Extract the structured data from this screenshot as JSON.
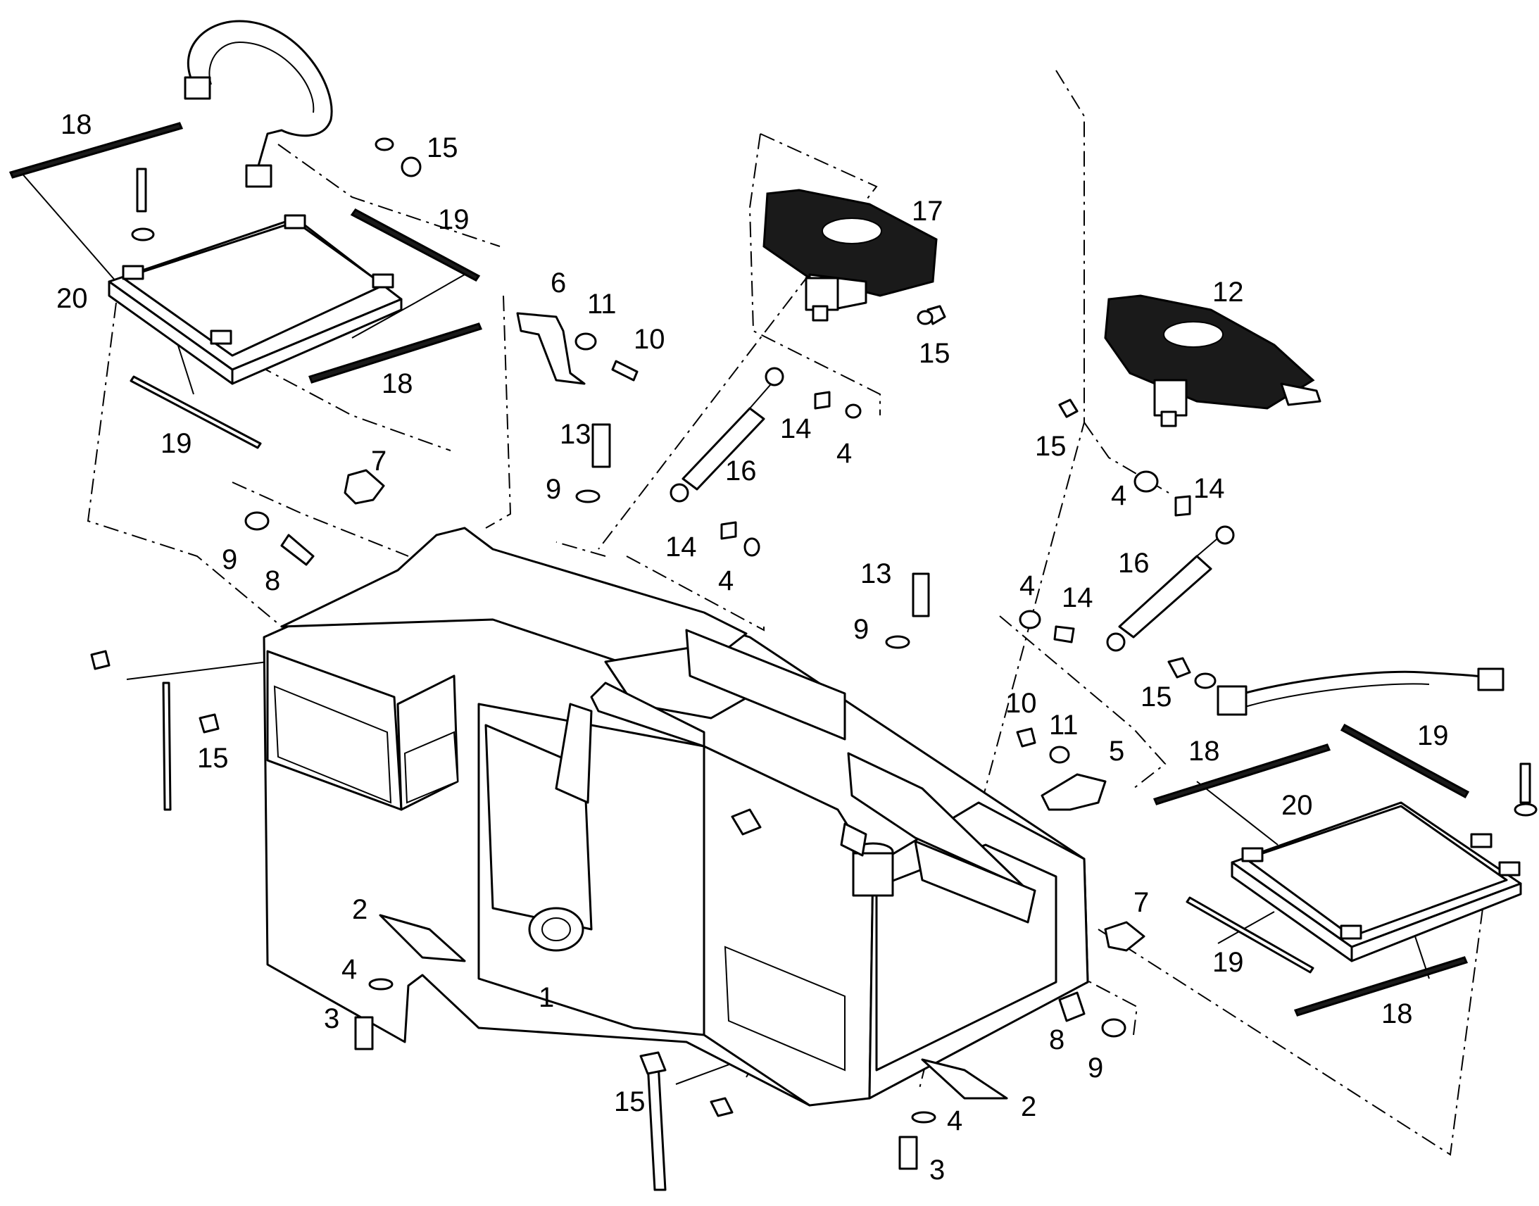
{
  "diagram": {
    "callouts": [
      {
        "id": "c1",
        "label": "1"
      },
      {
        "id": "c2a",
        "label": "2"
      },
      {
        "id": "c2b",
        "label": "2"
      },
      {
        "id": "c3a",
        "label": "3"
      },
      {
        "id": "c3b",
        "label": "3"
      },
      {
        "id": "c4a",
        "label": "4"
      },
      {
        "id": "c4b",
        "label": "4"
      },
      {
        "id": "c4c",
        "label": "4"
      },
      {
        "id": "c4d",
        "label": "4"
      },
      {
        "id": "c4e",
        "label": "4"
      },
      {
        "id": "c4f",
        "label": "4"
      },
      {
        "id": "c5",
        "label": "5"
      },
      {
        "id": "c6",
        "label": "6"
      },
      {
        "id": "c7a",
        "label": "7"
      },
      {
        "id": "c7b",
        "label": "7"
      },
      {
        "id": "c8a",
        "label": "8"
      },
      {
        "id": "c8b",
        "label": "8"
      },
      {
        "id": "c9a",
        "label": "9"
      },
      {
        "id": "c9b",
        "label": "9"
      },
      {
        "id": "c9c",
        "label": "9"
      },
      {
        "id": "c9d",
        "label": "9"
      },
      {
        "id": "c10a",
        "label": "10"
      },
      {
        "id": "c10b",
        "label": "10"
      },
      {
        "id": "c11a",
        "label": "11"
      },
      {
        "id": "c11b",
        "label": "11"
      },
      {
        "id": "c12",
        "label": "12"
      },
      {
        "id": "c13a",
        "label": "13"
      },
      {
        "id": "c13b",
        "label": "13"
      },
      {
        "id": "c14a",
        "label": "14"
      },
      {
        "id": "c14b",
        "label": "14"
      },
      {
        "id": "c14c",
        "label": "14"
      },
      {
        "id": "c14d",
        "label": "14"
      },
      {
        "id": "c15a",
        "label": "15"
      },
      {
        "id": "c15b",
        "label": "15"
      },
      {
        "id": "c15c",
        "label": "15"
      },
      {
        "id": "c15d",
        "label": "15"
      },
      {
        "id": "c15e",
        "label": "15"
      },
      {
        "id": "c15f",
        "label": "15"
      },
      {
        "id": "c16a",
        "label": "16"
      },
      {
        "id": "c16b",
        "label": "16"
      },
      {
        "id": "c17",
        "label": "17"
      },
      {
        "id": "c18a",
        "label": "18"
      },
      {
        "id": "c18b",
        "label": "18"
      },
      {
        "id": "c18c",
        "label": "18"
      },
      {
        "id": "c18d",
        "label": "18"
      },
      {
        "id": "c19a",
        "label": "19"
      },
      {
        "id": "c19b",
        "label": "19"
      },
      {
        "id": "c19c",
        "label": "19"
      },
      {
        "id": "c19d",
        "label": "19"
      },
      {
        "id": "c20a",
        "label": "20"
      },
      {
        "id": "c20b",
        "label": "20"
      }
    ]
  }
}
